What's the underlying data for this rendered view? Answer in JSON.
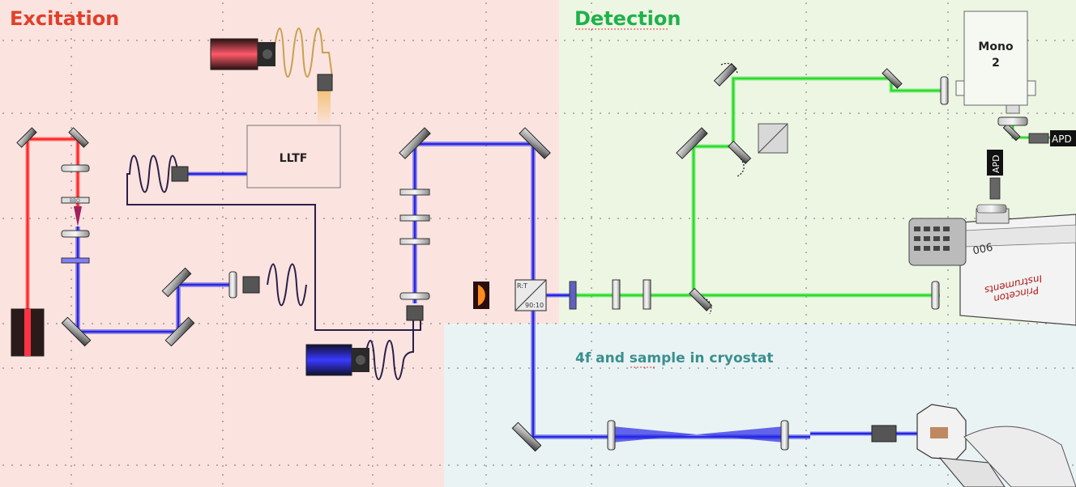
{
  "regions": {
    "excitation": {
      "title": "Excitation",
      "title_color": "#e0402a",
      "fill": "#fbe3df"
    },
    "detection": {
      "title": "Detection",
      "title_color": "#1fb14a",
      "fill": "#edf6e3"
    },
    "sample": {
      "title": "4f and sample in cryostat",
      "title_color": "#3a8f8f",
      "fill": "#eaf3f4"
    }
  },
  "components": {
    "lltf_label": "LLTF",
    "mono_label": "Mono\n2",
    "mono_line1": "Mono",
    "mono_line2": "2",
    "bs_top": "R:T",
    "bs_bottom": "90:10",
    "apd_right": "APD",
    "apd_vertical": "APD",
    "camera_brand_1": "Princeton",
    "camera_brand_2": "Instruments",
    "camera_model": "900",
    "bbo_label": "BBO"
  },
  "colors": {
    "red_beam": "#ff2a2a",
    "blue_beam": "#2626e6",
    "green_beam": "#2edc2e",
    "fiber": "#2b1f4a",
    "fiber_orange": "#c8a050",
    "optic_gray": "#9a9a9a",
    "dark": "#1f1f1f"
  }
}
